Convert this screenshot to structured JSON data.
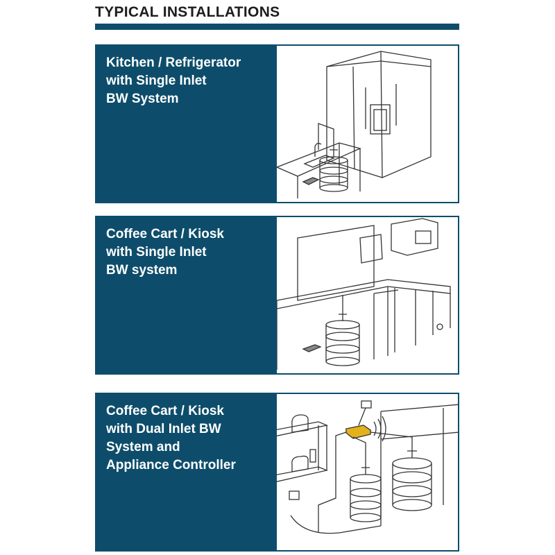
{
  "header": {
    "title": "TYPICAL INSTALLATIONS"
  },
  "panels": [
    {
      "lines": [
        "Kitchen / Refrigerator",
        "with Single Inlet",
        "BW System"
      ],
      "illustration": "kitchen-refrigerator-installation"
    },
    {
      "lines": [
        "Coffee Cart / Kiosk",
        "with Single Inlet",
        "BW system"
      ],
      "illustration": "coffee-cart-single-inlet-installation"
    },
    {
      "lines": [
        "Coffee Cart / Kiosk",
        "with Dual Inlet BW",
        "System and",
        "Appliance Controller"
      ],
      "illustration": "coffee-cart-dual-inlet-installation"
    }
  ],
  "colors": {
    "panel": "#0d4d6b",
    "heading": "#1d1d1d",
    "drawing": "#333333",
    "controller": "#e3b21b"
  }
}
